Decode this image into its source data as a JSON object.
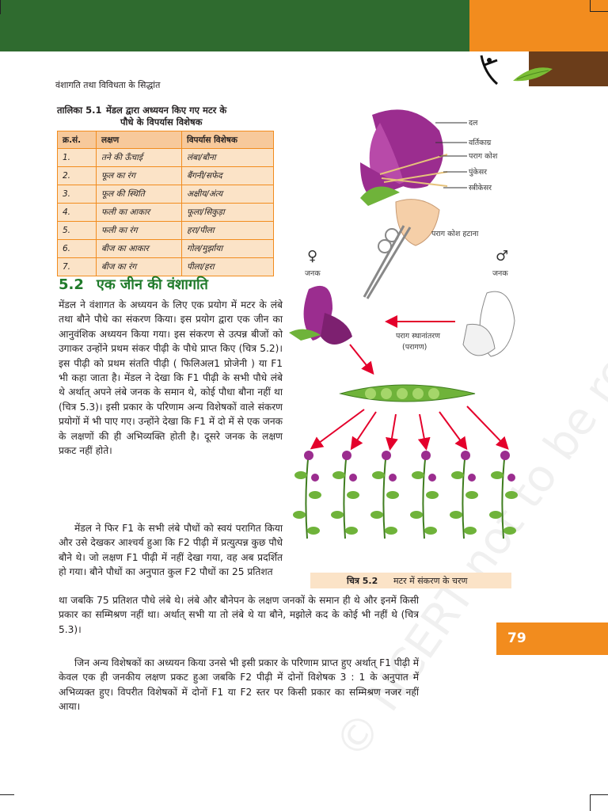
{
  "header": {
    "running_head": "वंशागति तथा विविधता के सिद्धांत"
  },
  "table": {
    "caption_number": "तालिका 5.1",
    "caption_line1": "मेंडल द्वारा अध्ययन किए गए मटर के",
    "caption_line2": "पौधे के विपर्यास विशेषक",
    "headers": [
      "क्र.सं.",
      "लक्षण",
      "विपर्यास विशेषक"
    ],
    "rows": [
      [
        "1.",
        "तने की ऊँचाई",
        "लंबा/बौना"
      ],
      [
        "2.",
        "फूल का रंग",
        "बैंगनी/सफेद"
      ],
      [
        "3.",
        "फूल की स्थिति",
        "अक्षीय/अंत्य"
      ],
      [
        "4.",
        "फली का आकार",
        "फूला/सिकुड़ा"
      ],
      [
        "5.",
        "फली का रंग",
        "हरा/पीला"
      ],
      [
        "6.",
        "बीज का आकार",
        "गोल/मुर्झाया"
      ],
      [
        "7.",
        "बीज का रंग",
        "पीला/हरा"
      ]
    ]
  },
  "section": {
    "number": "5.2",
    "title": "एक जीन की वंशागति"
  },
  "paragraphs": {
    "p1": "मेंडल ने वंशागत के अध्ययन के लिए एक प्रयोग में मटर के लंबे तथा बौने पौधे का संकरण किया। इस प्रयोग द्वारा एक जीन का आनुवंशिक अध्ययन किया गया। इस संकरण से उत्पन्न बीजों को उगाकर उन्होंने प्रथम संकर पीढ़ी के पौधे प्राप्त किए (चित्र 5.2)। इस पीढ़ी को प्रथम संतति पीढ़ी ( फिलिअल1 प्रोजेनी ) या F1 भी कहा जाता है। मेंडल ने देखा कि F1 पीढ़ी के सभी पौधे लंबे थे अर्थात् अपने लंबे जनक के समान थे, कोई पौधा बौना नहीं था (चित्र 5.3)। इसी प्रकार के परिणाम अन्य विशेषकों वाले संकरण प्रयोगों में भी पाए गए। उन्होंने देखा कि F1 में दो में से एक जनक के लक्षणों की ही अभिव्यक्ति होती है। दूसरे जनक के लक्षण प्रकट नहीं होते।",
    "p2": "मेंडल ने फिर F1 के सभी लंबे पौधों को स्वयं परागित किया और उसे देखकर आश्चर्य हुआ कि F2 पीढ़ी में प्रत्युत्पन्न कुछ पौधे बौने थे। जो लक्षण F1 पीढ़ी में नहीं देखा गया, वह अब प्रदर्शित हो गया। बौने पौधों का अनुपात कुल F2 पौधों का 25 प्रतिशत",
    "p3": "था जबकि 75 प्रतिशत पौधे लंबे थे। लंबे और बौनेपन के लक्षण जनकों के समान ही थे और इनमें किसी प्रकार का सम्मिश्रण नहीं था। अर्थात् सभी या तो लंबे थे या बौने, मझोले कद के कोई भी नहीं थे (चित्र 5.3)।",
    "p4": "जिन अन्य विशेषकों का अध्ययन किया उनसे भी इसी प्रकार के परिणाम प्राप्त हुए अर्थात् F1 पीढ़ी में केवल एक ही जनकीय लक्षण प्रकट हुआ जबकि F2 पीढ़ी में दोनों विशेषक 3 : 1 के अनुपात में अभिव्यक्त हुए। विपरीत विशेषकों में दोनों F1 या F2 स्तर पर किसी प्रकार का सम्मिश्रण नजर नहीं आया।"
  },
  "figure": {
    "labels": {
      "petal": "दल",
      "stigma": "वर्तिकाग्र",
      "anther": "पराग कोश",
      "stamen": "पुंकेसर",
      "pistil": "स्त्रीकेसर",
      "remove_anther": "पराग कोश हटाना",
      "female_symbol": "♀",
      "male_symbol": "♂",
      "parent_left": "जनक",
      "parent_right": "जनक",
      "pollen_transfer": "पराग स्थानांतरण",
      "pollination": "(परागण)"
    },
    "caption_label": "चित्र 5.2",
    "caption_text": "मटर में संकरण के चरण",
    "colors": {
      "flower": "#9b2d8f",
      "leaf": "#6fb33a",
      "arrow": "#e4002b"
    }
  },
  "watermark": "© NCERT not to be republished",
  "page_number": "79"
}
